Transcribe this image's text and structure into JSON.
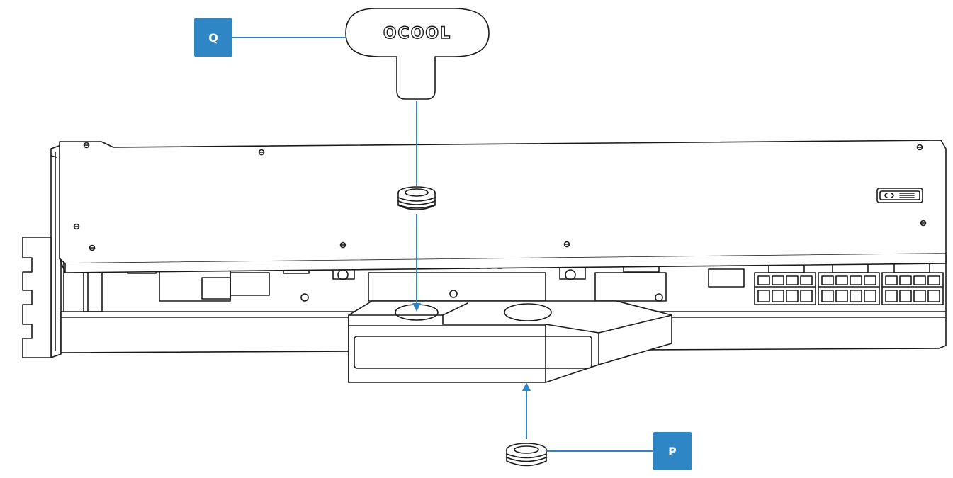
{
  "labels": {
    "q": "Q",
    "p": "P"
  },
  "logo": {
    "text": "OCOOL"
  },
  "colors": {
    "callout": "#2e87c4",
    "line_art": "#1a1a1a",
    "background": "#ffffff"
  },
  "icons": {
    "tool": "key-tool-icon",
    "plug": "plug-icon"
  }
}
